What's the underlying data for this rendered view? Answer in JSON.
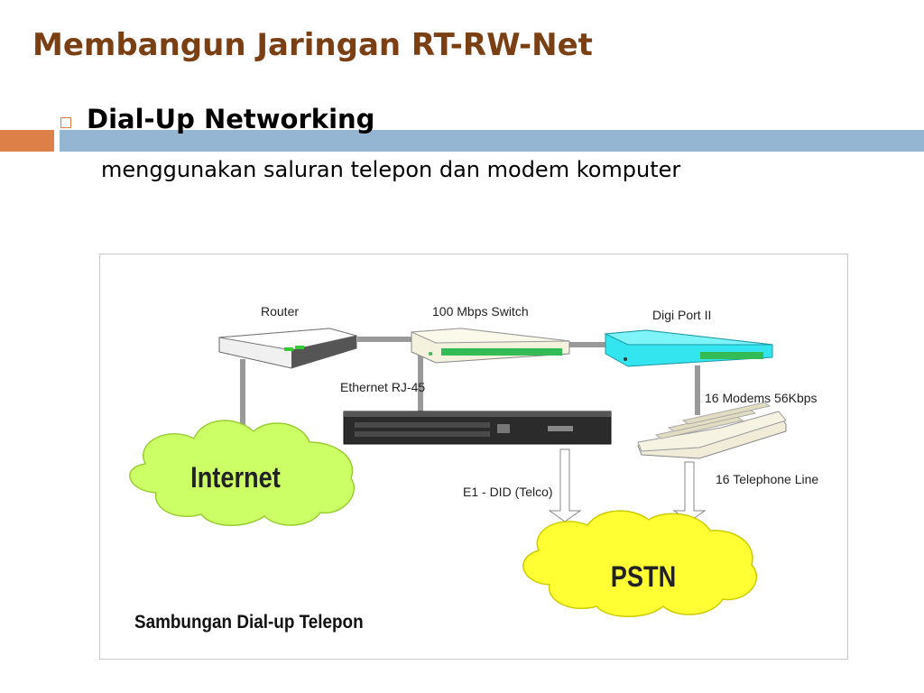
{
  "slide": {
    "title": "Membangun Jaringan RT-RW-Net",
    "bullet": "Dial-Up Networking",
    "subtext": "menggunakan saluran telepon dan modem komputer"
  },
  "diagram": {
    "router_label": "Router",
    "switch_label": "100 Mbps Switch",
    "digiport_label": "Digi Port II",
    "ethernet_label": "Ethernet RJ-45",
    "modems_label": "16 Modems 56Kbps",
    "e1_label": "E1 - DID (Telco)",
    "telephone_label": "16 Telephone Line",
    "internet_label": "Internet",
    "pstn_label": "PSTN",
    "caption": "Sambungan Dial-up Telepon"
  },
  "colors": {
    "title": "#7a3f12",
    "accent_orange": "#dd8047",
    "accent_blue": "#94b6d2",
    "internet_cloud": "#ccff66",
    "pstn_cloud": "#ffff33",
    "digiport": "#33e5ee"
  }
}
